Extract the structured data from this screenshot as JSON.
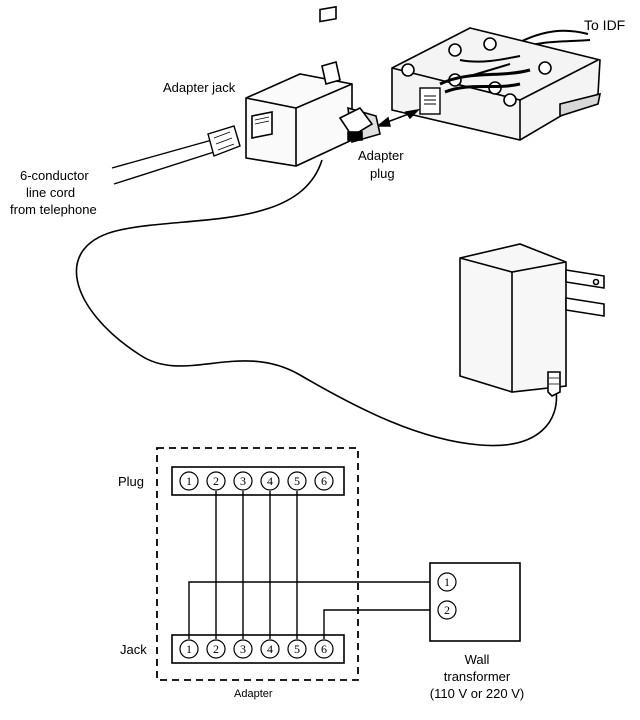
{
  "labels": {
    "to_idf": "To IDF",
    "adapter_jack": "Adapter jack",
    "adapter_plug_1": "Adapter",
    "adapter_plug_2": "plug",
    "line_cord_1": "6-conductor",
    "line_cord_2": "line cord",
    "line_cord_3": "from telephone"
  },
  "schematic": {
    "plug_label": "Plug",
    "jack_label": "Jack",
    "adapter_label": "Adapter",
    "plug_pins": [
      "1",
      "2",
      "3",
      "4",
      "5",
      "6"
    ],
    "jack_pins": [
      "1",
      "2",
      "3",
      "4",
      "5",
      "6"
    ],
    "transformer_pins": [
      "1",
      "2"
    ],
    "transformer_label_1": "Wall",
    "transformer_label_2": "transformer",
    "transformer_label_3": "(110 V or 220 V)"
  }
}
